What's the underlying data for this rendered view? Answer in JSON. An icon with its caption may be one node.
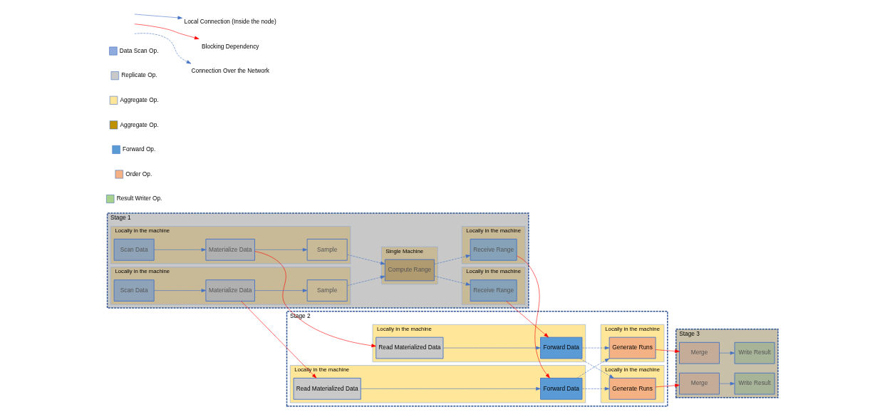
{
  "diagram": {
    "nodes": [
      {
        "text": [
          "Stage 1"
        ]
      },
      {
        "text": [
          "Locally in the machine"
        ],
        "in": 0
      },
      {
        "text": [
          "Scan Data"
        ],
        "in": 1
      },
      {
        "text": [
          "Materialize Data"
        ],
        "in": 1
      },
      {
        "text": [
          "Sample"
        ],
        "in": 1
      },
      {
        "text": [
          "Locally in the machine"
        ],
        "in": 0
      },
      {
        "text": [
          "Scan Data"
        ],
        "in": 5
      },
      {
        "text": [
          "Materialize Data"
        ],
        "in": 5
      },
      {
        "text": [
          "Sample"
        ],
        "in": 5
      },
      {
        "text": [
          "Single Machine"
        ],
        "in": 0
      },
      {
        "text": [
          "Compute Range"
        ],
        "in": 9
      },
      {
        "text": [
          "Locally in the machine"
        ],
        "in": 0
      },
      {
        "text": [
          "Receive Range"
        ],
        "in": 11
      },
      {
        "text": [
          "Locally in the machine"
        ],
        "in": 0
      },
      {
        "text": [
          "Receive Range"
        ],
        "in": 13
      },
      {
        "text": [
          "Stage 2"
        ]
      },
      {
        "text": [
          "Locally in the machine"
        ],
        "in": 15
      },
      {
        "text": [
          "Read Materialized Data"
        ],
        "in": 16
      },
      {
        "text": [
          "Forward Data"
        ],
        "in": 16
      },
      {
        "text": [
          "Locally in the machine"
        ],
        "in": 15
      },
      {
        "text": [
          "Read Materialized Data"
        ],
        "in": 19
      },
      {
        "text": [
          "Forward Data"
        ],
        "in": 19
      },
      {
        "text": [
          "Locally in the machine"
        ],
        "in": 15
      },
      {
        "text": [
          "Generate Runs"
        ],
        "in": 22
      },
      {
        "text": [
          "Locally in the machine"
        ],
        "in": 15
      },
      {
        "text": [
          "Generate Runs"
        ],
        "in": 24
      },
      {
        "text": [
          "Stage 3"
        ]
      },
      {
        "text": [
          "Merge"
        ],
        "in": 26
      },
      {
        "text": [
          "Write Result"
        ],
        "in": 26
      },
      {
        "text": [
          "Merge"
        ],
        "in": 26
      },
      {
        "text": [
          "Write Result"
        ],
        "in": 26
      }
    ],
    "edges": [
      {
        "from": 2,
        "to": 3,
        "arrow": "to"
      },
      {
        "from": 3,
        "to": 4,
        "arrow": "to"
      },
      {
        "from": 6,
        "to": 7,
        "arrow": "to"
      },
      {
        "from": 7,
        "to": 8,
        "arrow": "to"
      },
      {
        "from": 4,
        "to": 10,
        "arrow": "to",
        "style": "dashed"
      },
      {
        "from": 8,
        "to": 10,
        "arrow": "to",
        "style": "dashed"
      },
      {
        "from": 10,
        "to": 12,
        "arrow": "to",
        "style": "dashed"
      },
      {
        "from": 10,
        "to": 14,
        "arrow": "to",
        "style": "dashed"
      },
      {
        "from": 3,
        "to": 17,
        "arrow": "to",
        "color": "#ff0000"
      },
      {
        "from": 7,
        "to": 20,
        "arrow": "to",
        "color": "#ff0000"
      },
      {
        "from": 12,
        "to": 18,
        "arrow": "to",
        "color": "#ff0000"
      },
      {
        "from": 14,
        "to": 21,
        "arrow": "to",
        "color": "#ff0000"
      },
      {
        "from": 17,
        "to": 18,
        "arrow": "to"
      },
      {
        "from": 20,
        "to": 21,
        "arrow": "to"
      },
      {
        "from": 18,
        "to": 23,
        "arrow": "to",
        "style": "dashed"
      },
      {
        "from": 18,
        "to": 25,
        "arrow": "to",
        "style": "dashed"
      },
      {
        "from": 21,
        "to": 23,
        "arrow": "to",
        "style": "dashed"
      },
      {
        "from": 21,
        "to": 25,
        "arrow": "to",
        "style": "dashed"
      },
      {
        "from": 23,
        "to": 27,
        "arrow": "to",
        "color": "#ff0000"
      },
      {
        "from": 25,
        "to": 29,
        "arrow": "to",
        "color": "#ff0000"
      },
      {
        "from": 27,
        "to": 28,
        "arrow": "to"
      },
      {
        "from": 29,
        "to": 30,
        "arrow": "to"
      }
    ],
    "legend": [
      {
        "text": "Local Connection (Inside the node)"
      },
      {
        "text": "Blocking Dependency"
      },
      {
        "text": "Connection Over the Network"
      },
      {
        "text": "Data Scan Op.",
        "color": "#8faadc"
      },
      {
        "text": "Replicate Op.",
        "color": "#c9c9c9"
      },
      {
        "text": "Aggregate Op.",
        "color": "#ffe699"
      },
      {
        "text": "Aggregate Op.",
        "color": "#bf9000"
      },
      {
        "text": "Forward Op.",
        "color": "#5b9bd5"
      },
      {
        "text": "Order Op.",
        "color": "#f4b183"
      },
      {
        "text": "Result Writer Op.",
        "color": "#a9d18e"
      }
    ]
  }
}
